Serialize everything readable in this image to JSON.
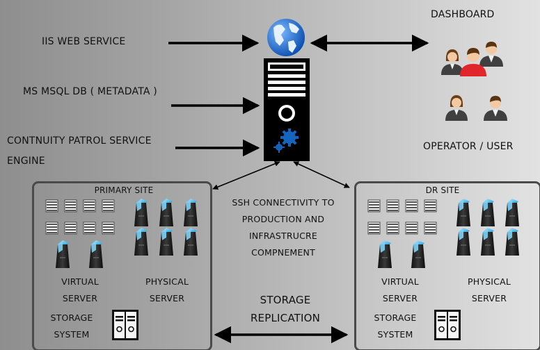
{
  "labels": {
    "iis_web_service": "IIS WEB SERVICE",
    "ms_msql_db": "MS MSQL DB ( METADATA )",
    "cp_service_line1": "CONTNUITY PATROL SERVICE",
    "cp_service_line2": "ENGINE",
    "dashboard": "DASHBOARD",
    "operator_user": "OPERATOR / USER",
    "ssh_line1": "SSH CONNECTIVITY TO",
    "ssh_line2": "PRODUCTION AND",
    "ssh_line3": "INFRASTRUCRE",
    "ssh_line4": "COMPNEMENT",
    "storage_replication_line1": "STORAGE",
    "storage_replication_line2": "REPLICATION"
  },
  "primary_site": {
    "title": "PRIMARY SITE",
    "virtual_server_line1": "VIRTUAL",
    "virtual_server_line2": "SERVER",
    "physical_server_line1": "PHYSICAL",
    "physical_server_line2": "SERVER",
    "storage_line1": "STORAGE",
    "storage_line2": "SYSTEM"
  },
  "dr_site": {
    "title": "DR SITE",
    "virtual_server_line1": "VIRTUAL",
    "virtual_server_line2": "SERVER",
    "physical_server_line1": "PHYSICAL",
    "physical_server_line2": "SERVER",
    "storage_line1": "STORAGE",
    "storage_line2": "SYSTEM"
  },
  "colors": {
    "globe_blue": "#1f6fd1",
    "gear_blue": "#1565c0",
    "server_cyan": "#59c3f0",
    "user_red": "#e0262a"
  }
}
